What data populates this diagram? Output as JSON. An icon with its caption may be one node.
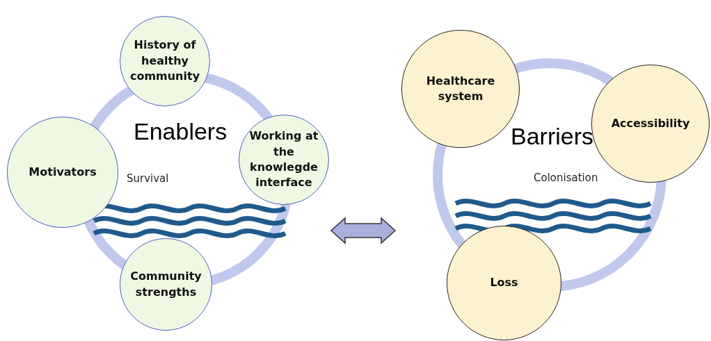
{
  "diagram": {
    "nodes": [
      {
        "text": [
          "Enablers",
          "Survival"
        ]
      },
      {
        "text": [
          "History of healthy community"
        ]
      },
      {
        "text": [
          "Working at the knowlegde interface"
        ]
      },
      {
        "text": [
          "Motivators"
        ]
      },
      {
        "text": [
          "Community strengths"
        ]
      },
      {
        "text": [
          "Barriers",
          "Colonisation"
        ]
      },
      {
        "text": [
          "Healthcare system"
        ]
      },
      {
        "text": [
          "Accessibility"
        ]
      },
      {
        "text": [
          "Loss"
        ]
      }
    ],
    "edges": [
      {
        "from": 0,
        "to": 5,
        "arrow": "both"
      }
    ]
  }
}
